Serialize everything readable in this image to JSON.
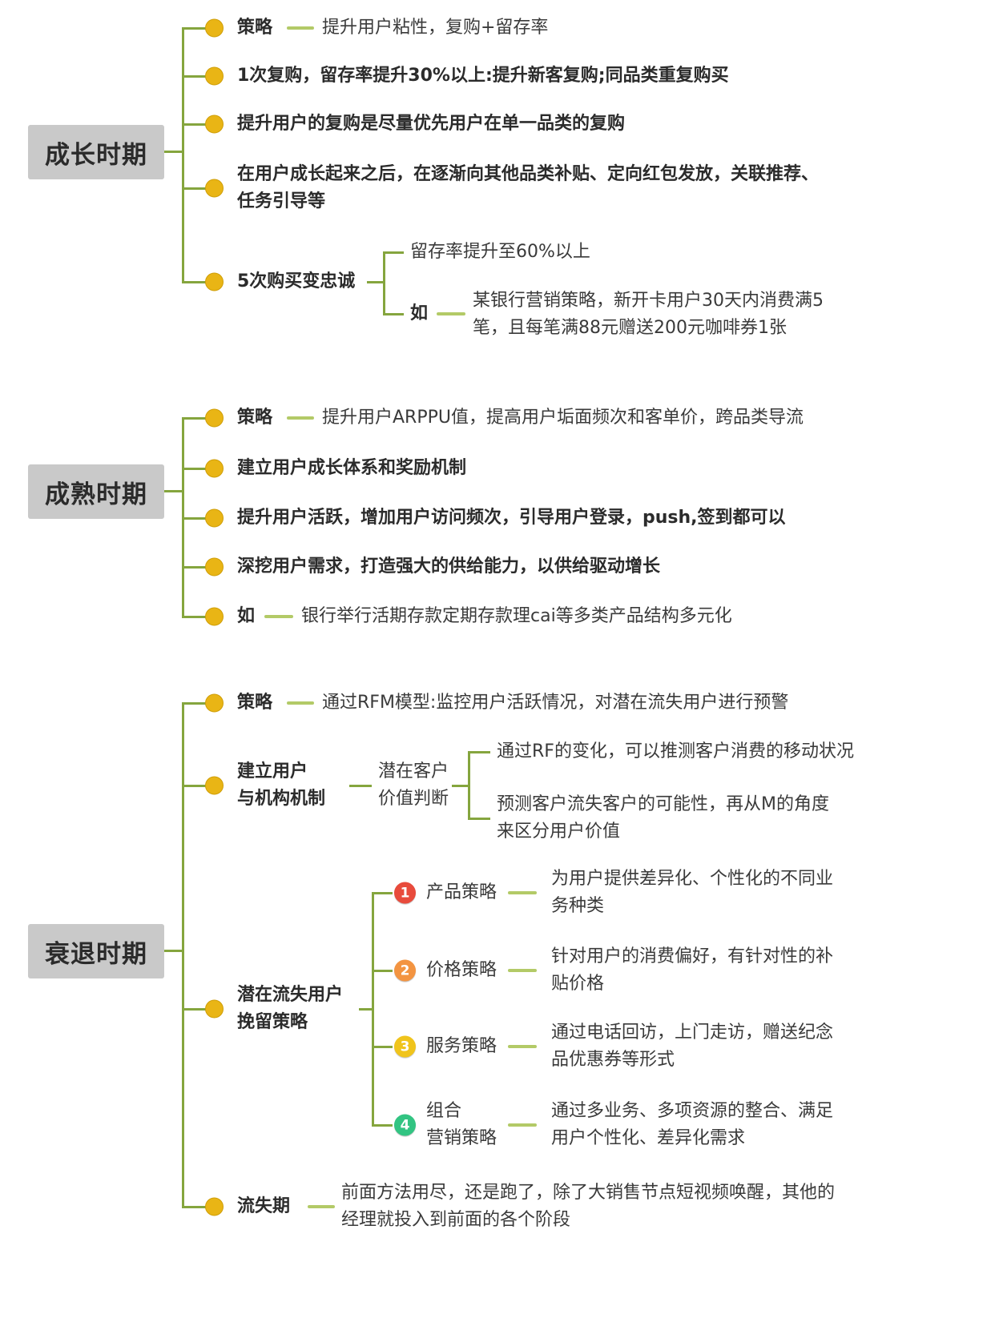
{
  "colors": {
    "line": "#85a53e",
    "dash": "#b3ca67",
    "bullet": "#e9b515",
    "box_bg": "#c9c9c9",
    "badge_1": "#e84b3c",
    "badge_2": "#f39441",
    "badge_3": "#f0c41c",
    "badge_4": "#32c482"
  },
  "growth": {
    "title": "成长时期",
    "strategy_label": "策略",
    "strategy_desc": "提升用户粘性，复购+留存率",
    "repurchase": "1次复购，留存率提升30%以上:提升新客复购;同品类重复购买",
    "single_category": "提升用户的复购是尽量优先用户在单一品类的复购",
    "after_growth": "在用户成长起来之后，在逐渐向其他品类补贴、定向红包发放，关联推荐、\n任务引导等",
    "loyalty": {
      "label": "5次购买变忠诚",
      "retention": "留存率提升至60%以上",
      "example_label": "如",
      "example_desc": "某银行营销策略，新开卡用户30天内消费满5\n笔，且每笔满88元赠送200元咖啡券1张"
    }
  },
  "mature": {
    "title": "成熟时期",
    "strategy_label": "策略",
    "strategy_desc": "提升用户ARPPU值，提高用户垢面频次和客单价，跨品类导流",
    "growth_system": "建立用户成长体系和奖励机制",
    "activity": "提升用户活跃，增加用户访问频次，引导用户登录，push,签到都可以",
    "supply": "深挖用户需求，打造强大的供给能力，以供给驱动增长",
    "example_label": "如",
    "example_desc": "银行举行活期存款定期存款理cai等多类产品结构多元化"
  },
  "decline": {
    "title": "衰退时期",
    "strategy_label": "策略",
    "strategy_desc": "通过RFM模型:监控用户活跃情况，对潜在流失用户进行预警",
    "mechanism": {
      "label": "建立用户\n与机构机制",
      "judge_label": "潜在客户\n价值判断",
      "rf_change": "通过RF的变化，可以推测客户消费的移动状况",
      "churn_predict": "预测客户流失客户的可能性，再从M的角度\n来区分用户价值"
    },
    "retain": {
      "label": "潜在流失用户\n挽留策略",
      "items": [
        {
          "num": "1",
          "label": "产品策略",
          "desc": "为用户提供差异化、个性化的不同业\n务种类"
        },
        {
          "num": "2",
          "label": "价格策略",
          "desc": "针对用户的消费偏好，有针对性的补\n贴价格"
        },
        {
          "num": "3",
          "label": "服务策略",
          "desc": "通过电话回访，上门走访，赠送纪念\n品优惠券等形式"
        },
        {
          "num": "4",
          "label": "组合\n营销策略",
          "desc": "通过多业务、多项资源的整合、满足\n用户个性化、差异化需求"
        }
      ]
    },
    "churn_label": "流失期",
    "churn_desc": "前面方法用尽，还是跑了，除了大销售节点短视频唤醒，其他的\n经理就投入到前面的各个阶段"
  }
}
